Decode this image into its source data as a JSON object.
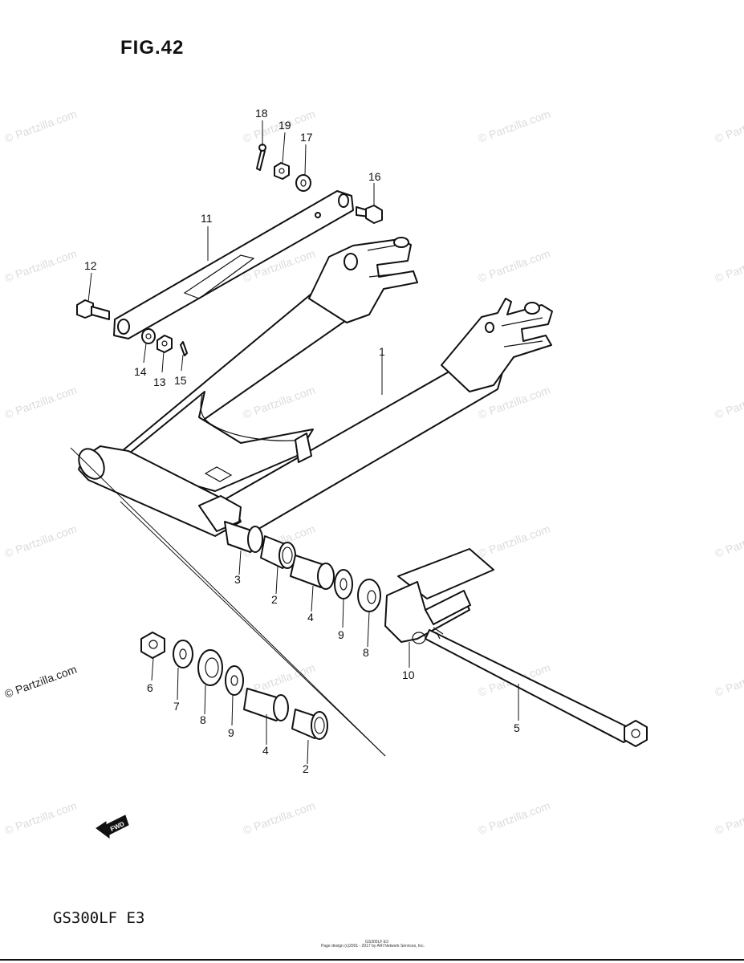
{
  "figure": {
    "title": "FIG.42",
    "model": "GS300LF  E3",
    "fwd_arrow_label": "FWD"
  },
  "watermark": "© Partzilla.com",
  "footer": {
    "code": "GS300LF E3",
    "credit": "Page design (c)2001 - 2017 by ARI Network Services, Inc."
  },
  "callouts": [
    "1",
    "2",
    "2",
    "3",
    "4",
    "4",
    "5",
    "6",
    "7",
    "8",
    "8",
    "9",
    "9",
    "10",
    "11",
    "12",
    "13",
    "14",
    "15",
    "16",
    "17",
    "18",
    "19"
  ],
  "icons": {
    "fwd": "fwd-arrow-icon"
  }
}
